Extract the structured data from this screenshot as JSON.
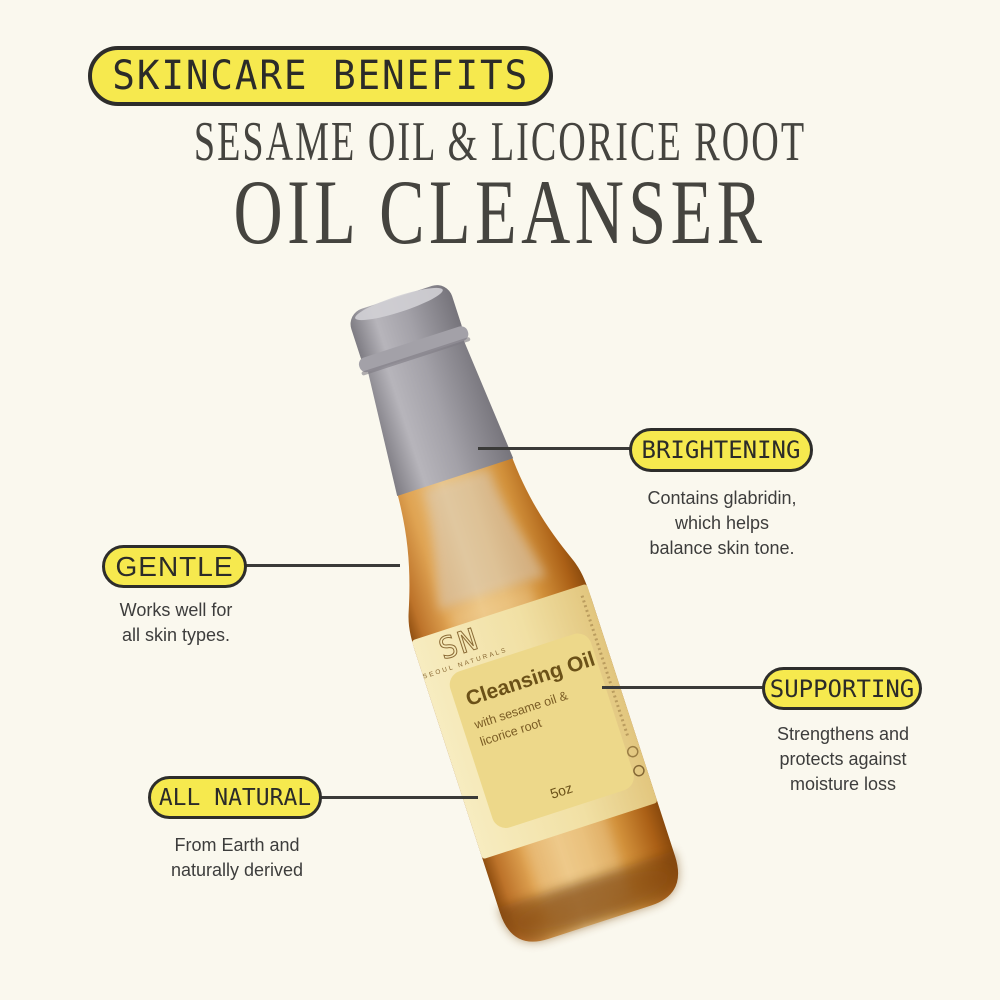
{
  "background": "#faf8ee",
  "accent": {
    "badge_yellow": "#f6e94e",
    "badge_outline": "#2d2d2b",
    "connector_line": "#3a3a38",
    "title_color": "#45443f",
    "body_text": "#3d3d3c"
  },
  "header": {
    "badge_label": "SKINCARE BENEFITS",
    "title_line1": "SESAME OIL & LICORICE ROOT",
    "title_line2": "OIL CLEANSER"
  },
  "callouts": [
    {
      "label": "BRIGHTENING",
      "desc_lines": [
        "Contains glabridin,",
        "which helps",
        "balance skin tone."
      ]
    },
    {
      "label": "GENTLE",
      "desc_lines": [
        "Works well for",
        "all skin types."
      ]
    },
    {
      "label": "SUPPORTING",
      "desc_lines": [
        "Strengthens and",
        "protects against",
        "moisture loss"
      ]
    },
    {
      "label": "ALL NATURAL",
      "desc_lines": [
        "From Earth and",
        "naturally derived"
      ]
    }
  ],
  "bottle": {
    "brand_logo": "SN",
    "brand_name": "SEOUL NATURALS",
    "product_name": "Cleansing Oil",
    "subtitle_line1": "with sesame oil &",
    "subtitle_line2": "licorice root",
    "size_label": "5oz",
    "cap_color": "#95939a",
    "glass_color": "#c9812e",
    "label_color": "#f3e4ac"
  }
}
